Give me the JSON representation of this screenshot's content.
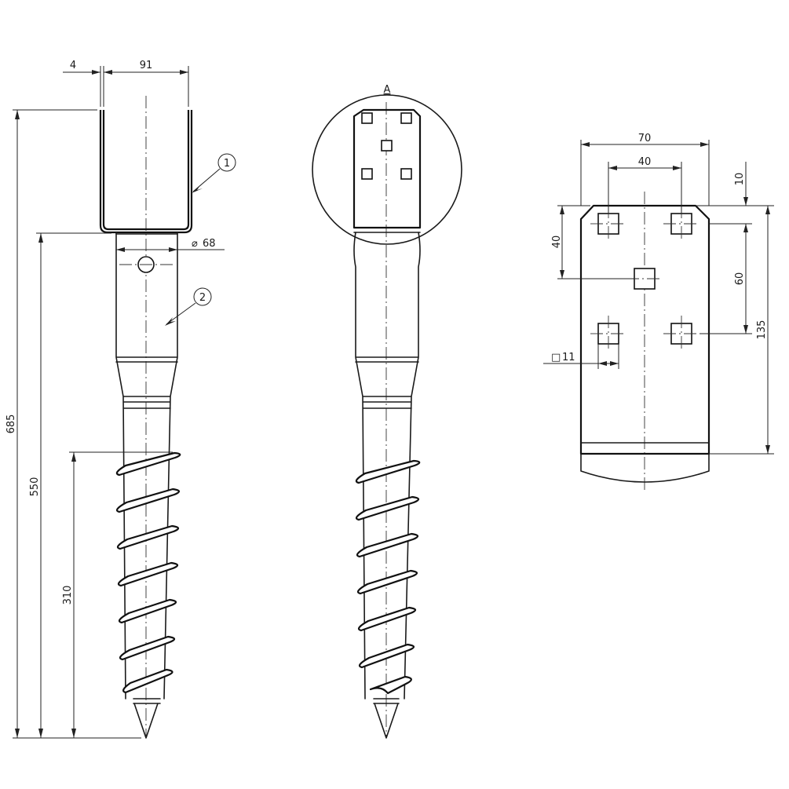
{
  "dimensions": {
    "total_length": "685",
    "below_bracket": "550",
    "thread_length": "310",
    "wall_thickness": "4",
    "bracket_width": "91",
    "tube_diameter": "68",
    "plate_width_outer": "70",
    "plate_width_inner": "40",
    "plate_top_offset": "10",
    "hole_offset_v": "40",
    "hole_spacing": "60",
    "plate_height": "135",
    "hole_size": "11"
  },
  "symbols": {
    "diameter": "⌀",
    "square": "□"
  },
  "callouts": {
    "item1": "1",
    "item2": "2"
  },
  "detail_label": "A"
}
